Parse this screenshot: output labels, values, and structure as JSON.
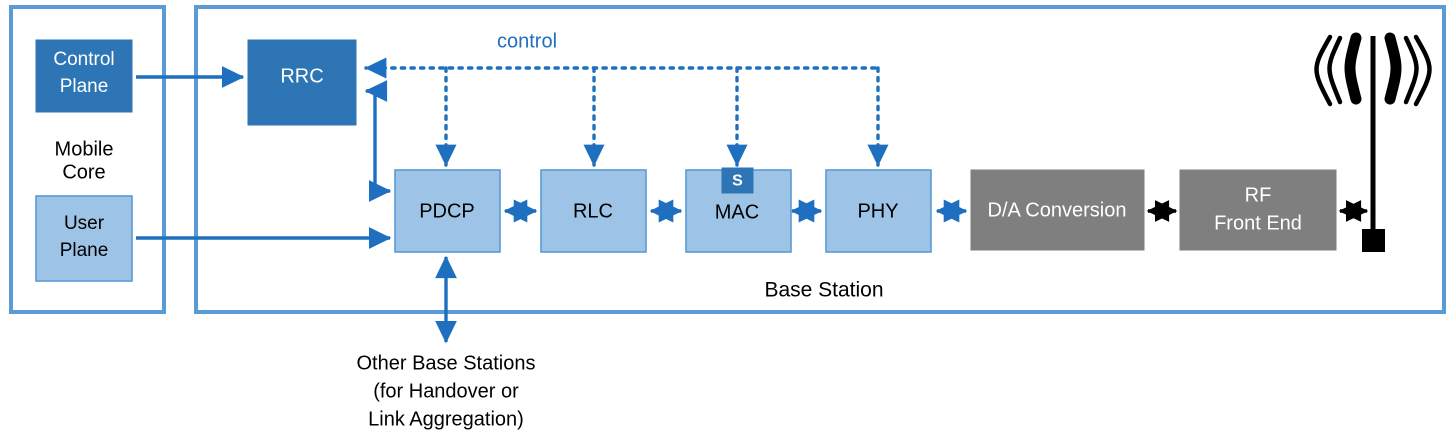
{
  "diagram": {
    "title_hidden": "",
    "colors": {
      "container_border": "#5b9bd5",
      "dark_blue_fill": "#2e75b6",
      "light_blue_fill": "#9dc3e6",
      "light_blue_stroke": "#5b9bd5",
      "gray_fill": "#7f7f7f",
      "arrow_blue": "#1f6fc0",
      "arrow_black": "#000000",
      "control_text": "#1f6fc0",
      "white_text": "#ffffff",
      "black_text": "#000000",
      "antenna": "#000000"
    },
    "containers": [
      {
        "name": "mobile-core",
        "label": "Mobile\nCore",
        "label_line1": "Mobile",
        "label_line2": "Core"
      },
      {
        "name": "base-station",
        "label": "Base Station"
      }
    ],
    "nodes": [
      {
        "id": "control-plane",
        "label_line1": "Control",
        "label_line2": "Plane",
        "style": "dark-blue"
      },
      {
        "id": "user-plane",
        "label_line1": "User",
        "label_line2": "Plane",
        "style": "light-blue"
      },
      {
        "id": "rrc",
        "label": "RRC",
        "style": "dark-blue"
      },
      {
        "id": "pdcp",
        "label": "PDCP",
        "style": "light-blue"
      },
      {
        "id": "rlc",
        "label": "RLC",
        "style": "light-blue"
      },
      {
        "id": "mac",
        "label": "MAC",
        "badge": "S",
        "style": "light-blue"
      },
      {
        "id": "phy",
        "label": "PHY",
        "style": "light-blue"
      },
      {
        "id": "da-conversion",
        "label": "D/A Conversion",
        "style": "gray"
      },
      {
        "id": "rf-front-end",
        "label_line1": "RF",
        "label_line2": "Front End",
        "style": "gray"
      },
      {
        "id": "antenna",
        "label": "",
        "style": "antenna"
      }
    ],
    "annotations": {
      "control_bus_label": "control",
      "base_station_label": "Base Station",
      "mobile_core_label_line1": "Mobile",
      "mobile_core_label_line2": "Core",
      "other_bs_line1": "Other Base Stations",
      "other_bs_line2": "(for Handover or",
      "other_bs_line3": "Link Aggregation)"
    }
  }
}
